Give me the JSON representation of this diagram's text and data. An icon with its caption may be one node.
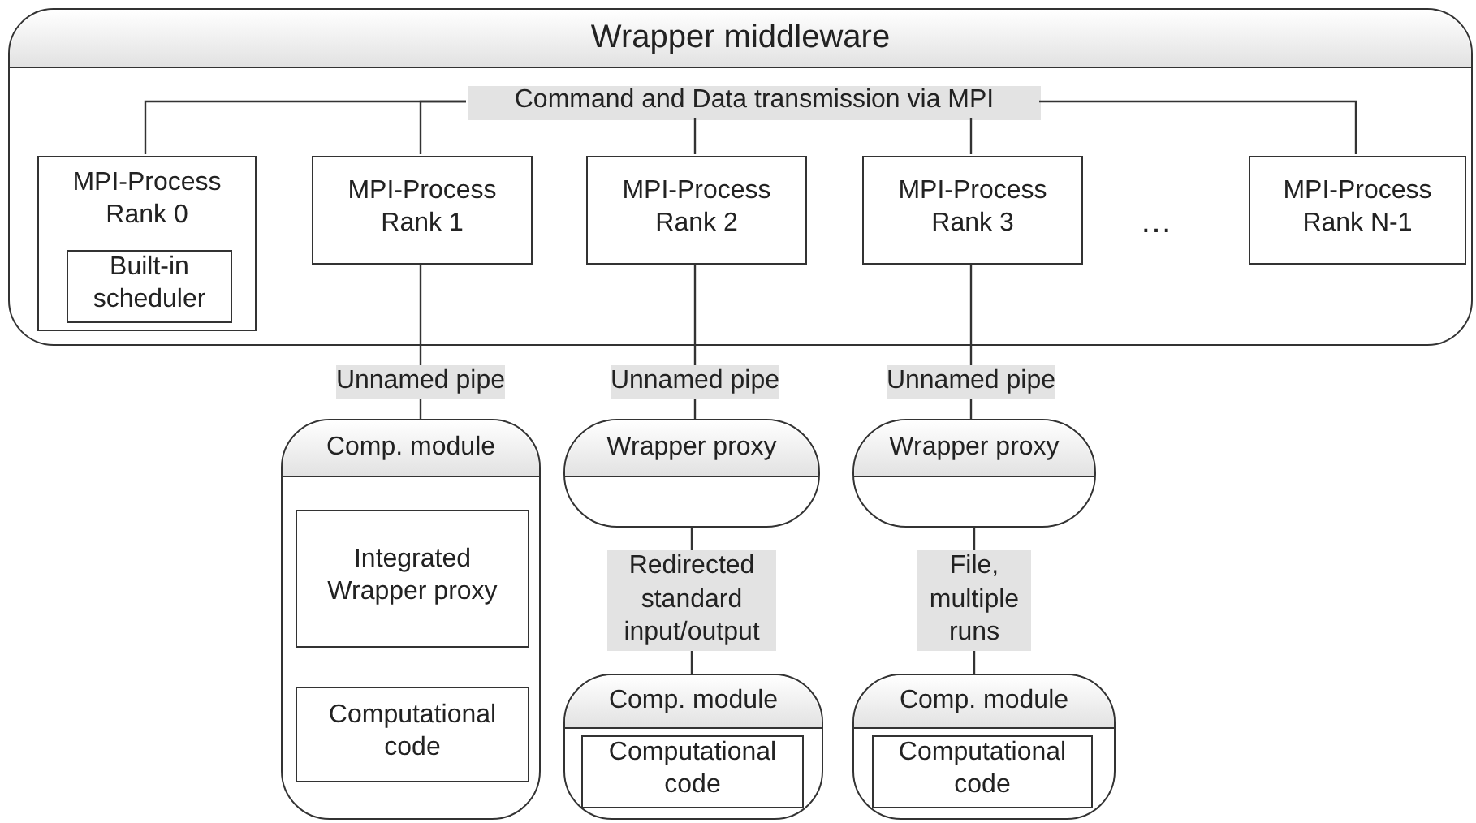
{
  "diagram": {
    "nodes": [
      {
        "text": [
          "Wrapper middleware"
        ]
      },
      {
        "text": [
          "MPI-Process Rank 0"
        ],
        "in": 0
      },
      {
        "text": [
          "Built-in scheduler"
        ],
        "in": 1
      },
      {
        "text": [
          "MPI-Process Rank 1"
        ],
        "in": 0
      },
      {
        "text": [
          "MPI-Process Rank 2"
        ],
        "in": 0
      },
      {
        "text": [
          "MPI-Process Rank 3"
        ],
        "in": 0
      },
      {
        "text": [
          "MPI-Process Rank N-1"
        ],
        "in": 0
      },
      {
        "text": [
          "Command and Data transmission via MPI"
        ],
        "in": 0
      },
      {
        "text": [
          "Comp. module"
        ]
      },
      {
        "text": [
          "Integrated Wrapper proxy"
        ],
        "in": 8
      },
      {
        "text": [
          "Computational code"
        ],
        "in": 8
      },
      {
        "text": [
          "Wrapper proxy"
        ]
      },
      {
        "text": [
          "Comp. module"
        ]
      },
      {
        "text": [
          "Computational code"
        ],
        "in": 12
      },
      {
        "text": [
          "Wrapper proxy"
        ]
      },
      {
        "text": [
          "Comp. module"
        ]
      },
      {
        "text": [
          "Computational code"
        ],
        "in": 15
      }
    ],
    "edges": [
      {
        "from": 7,
        "to": 1,
        "arrow": "none"
      },
      {
        "from": 7,
        "to": 3,
        "arrow": "none"
      },
      {
        "from": 7,
        "to": 4,
        "arrow": "none"
      },
      {
        "from": 7,
        "to": 5,
        "arrow": "none"
      },
      {
        "from": 7,
        "to": 6,
        "arrow": "none"
      },
      {
        "from": 3,
        "to": 8,
        "arrow": "none",
        "label": "Unnamed pipe"
      },
      {
        "from": 4,
        "to": 11,
        "arrow": "none",
        "label": "Unnamed pipe"
      },
      {
        "from": 5,
        "to": 14,
        "arrow": "none",
        "label": "Unnamed pipe"
      },
      {
        "from": 11,
        "to": 12,
        "arrow": "none",
        "label": "Redirected standard input/output"
      },
      {
        "from": 14,
        "to": 15,
        "arrow": "none",
        "label": "File, multiple runs"
      }
    ],
    "labels": [
      "…"
    ]
  }
}
